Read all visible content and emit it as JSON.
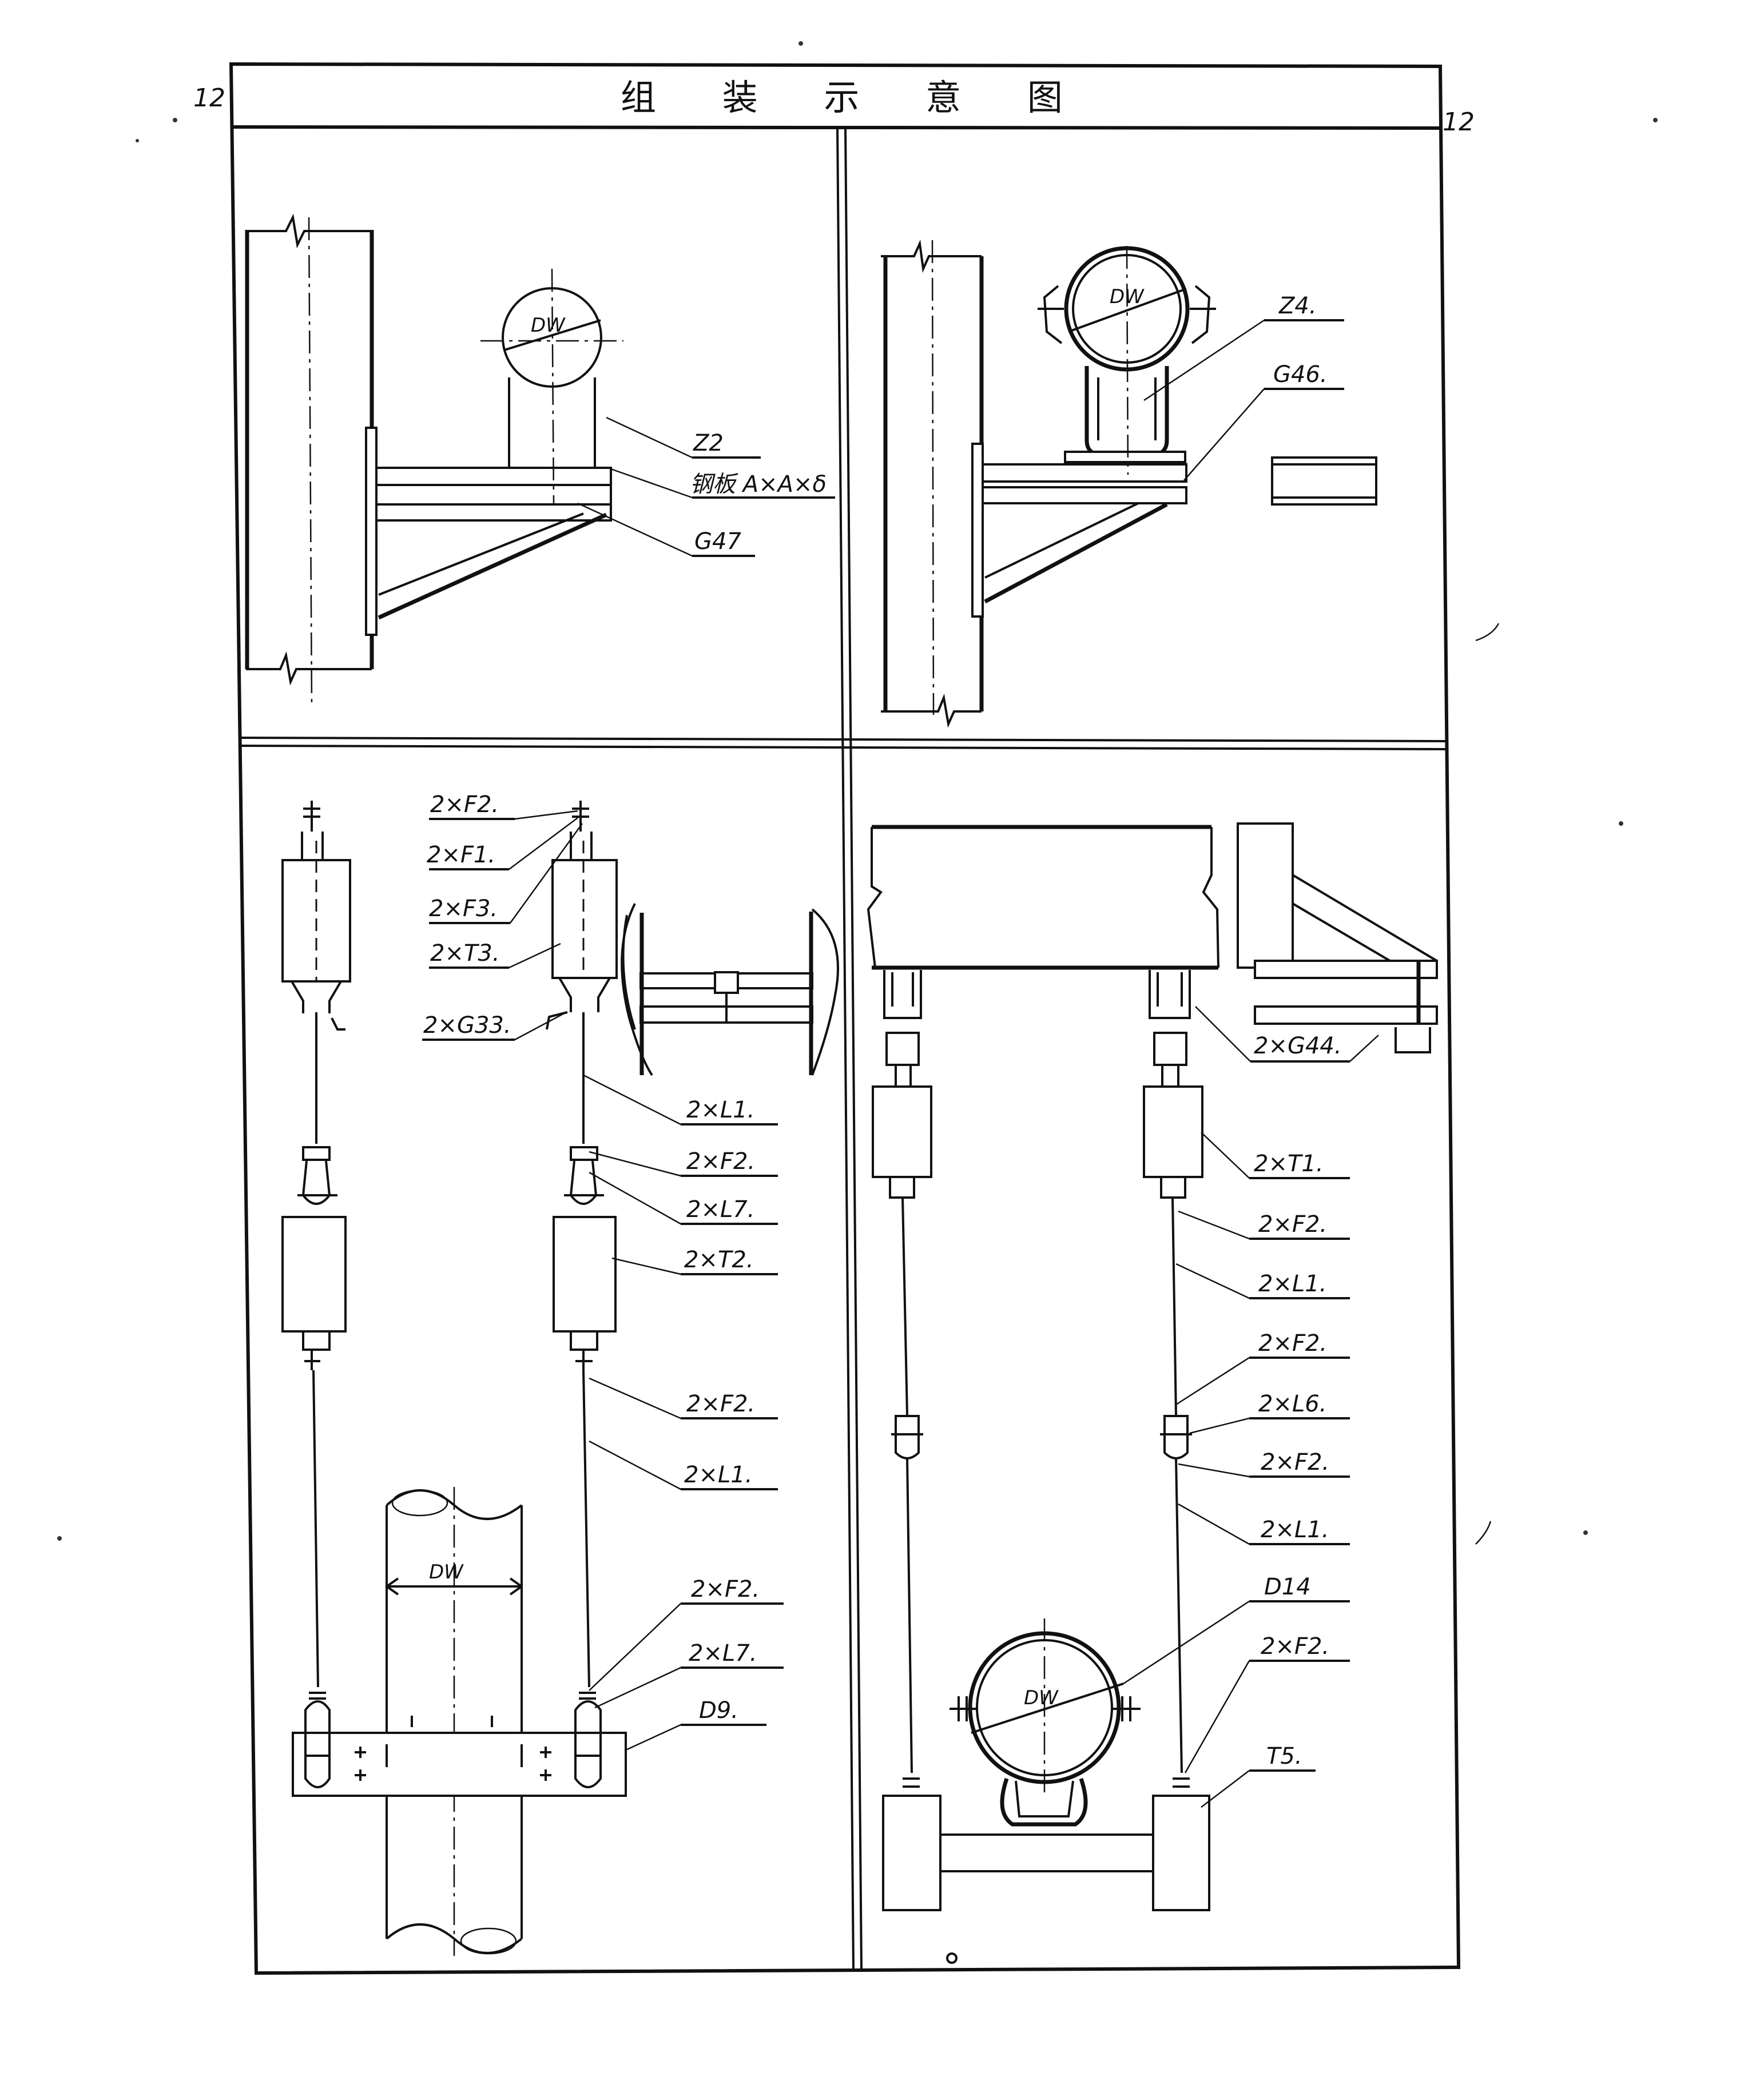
{
  "title": "组 装 示 意 图",
  "page_number_left": "12",
  "page_number_right": "12",
  "panel_top_left": {
    "pipe_label": "DW",
    "labels": [
      "Z2",
      "钢板 A×A×δ",
      "G47"
    ]
  },
  "panel_top_right": {
    "pipe_label": "DW",
    "labels": [
      "Z4.",
      "G46."
    ]
  },
  "panel_bottom_left": {
    "pipe_label": "DW",
    "labels": [
      "2×F2.",
      "2×F1.",
      "2×F3.",
      "2×T3.",
      "2×G33.",
      "2×L1.",
      "2×F2.",
      "2×L7.",
      "2×T2.",
      "2×F2.",
      "2×L1.",
      "2×F2.",
      "2×L7.",
      "D9."
    ]
  },
  "panel_bottom_right": {
    "pipe_label": "DW",
    "labels": [
      "2×G44.",
      "2×T1.",
      "2×F2.",
      "2×L1.",
      "2×F2.",
      "2×L6.",
      "2×F2.",
      "2×L1.",
      "D14",
      "2×F2.",
      "T5."
    ]
  }
}
